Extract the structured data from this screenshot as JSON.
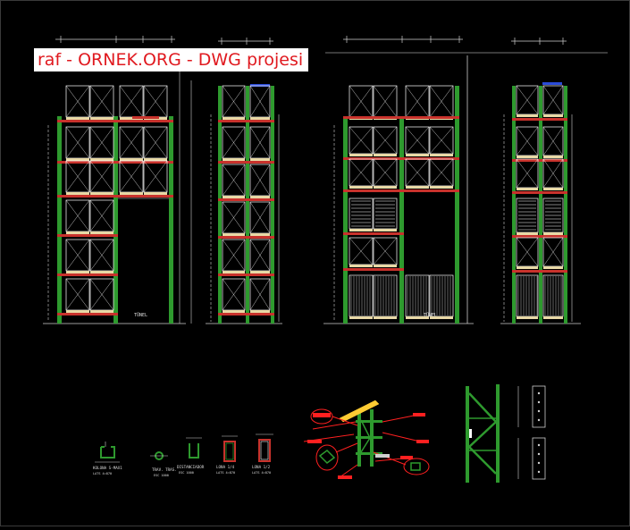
{
  "banner": {
    "title": "raf - ORNEK.ORG - DWG projesi"
  },
  "labels": {
    "tunnel_left": "TÜNEL",
    "tunnel_right": "TÜNEL",
    "kolona": "KOLONA  S-MAX1",
    "kolona_sub": "LATS 4=870",
    "travesi": "TRAV. TRAS.",
    "travesi_sub": "ESC 1000",
    "distanciador": "DISTANCIADOR",
    "distanciador_sub": "ESC 1000",
    "lona_1": "LONA 1/4",
    "lona_1_sub": "LATS 4=870",
    "lona_2": "LONA 1/2",
    "lona_2_sub": "LATS 4=870"
  },
  "colors": {
    "upright": "#2e9a2e",
    "beam": "#c8322c",
    "pallet": "#e8d9a6",
    "load": "#ffffff",
    "dimension": "#cfcfcf",
    "detail_red": "#ff2020",
    "banner_text": "#e0191f",
    "background": "#000000"
  }
}
